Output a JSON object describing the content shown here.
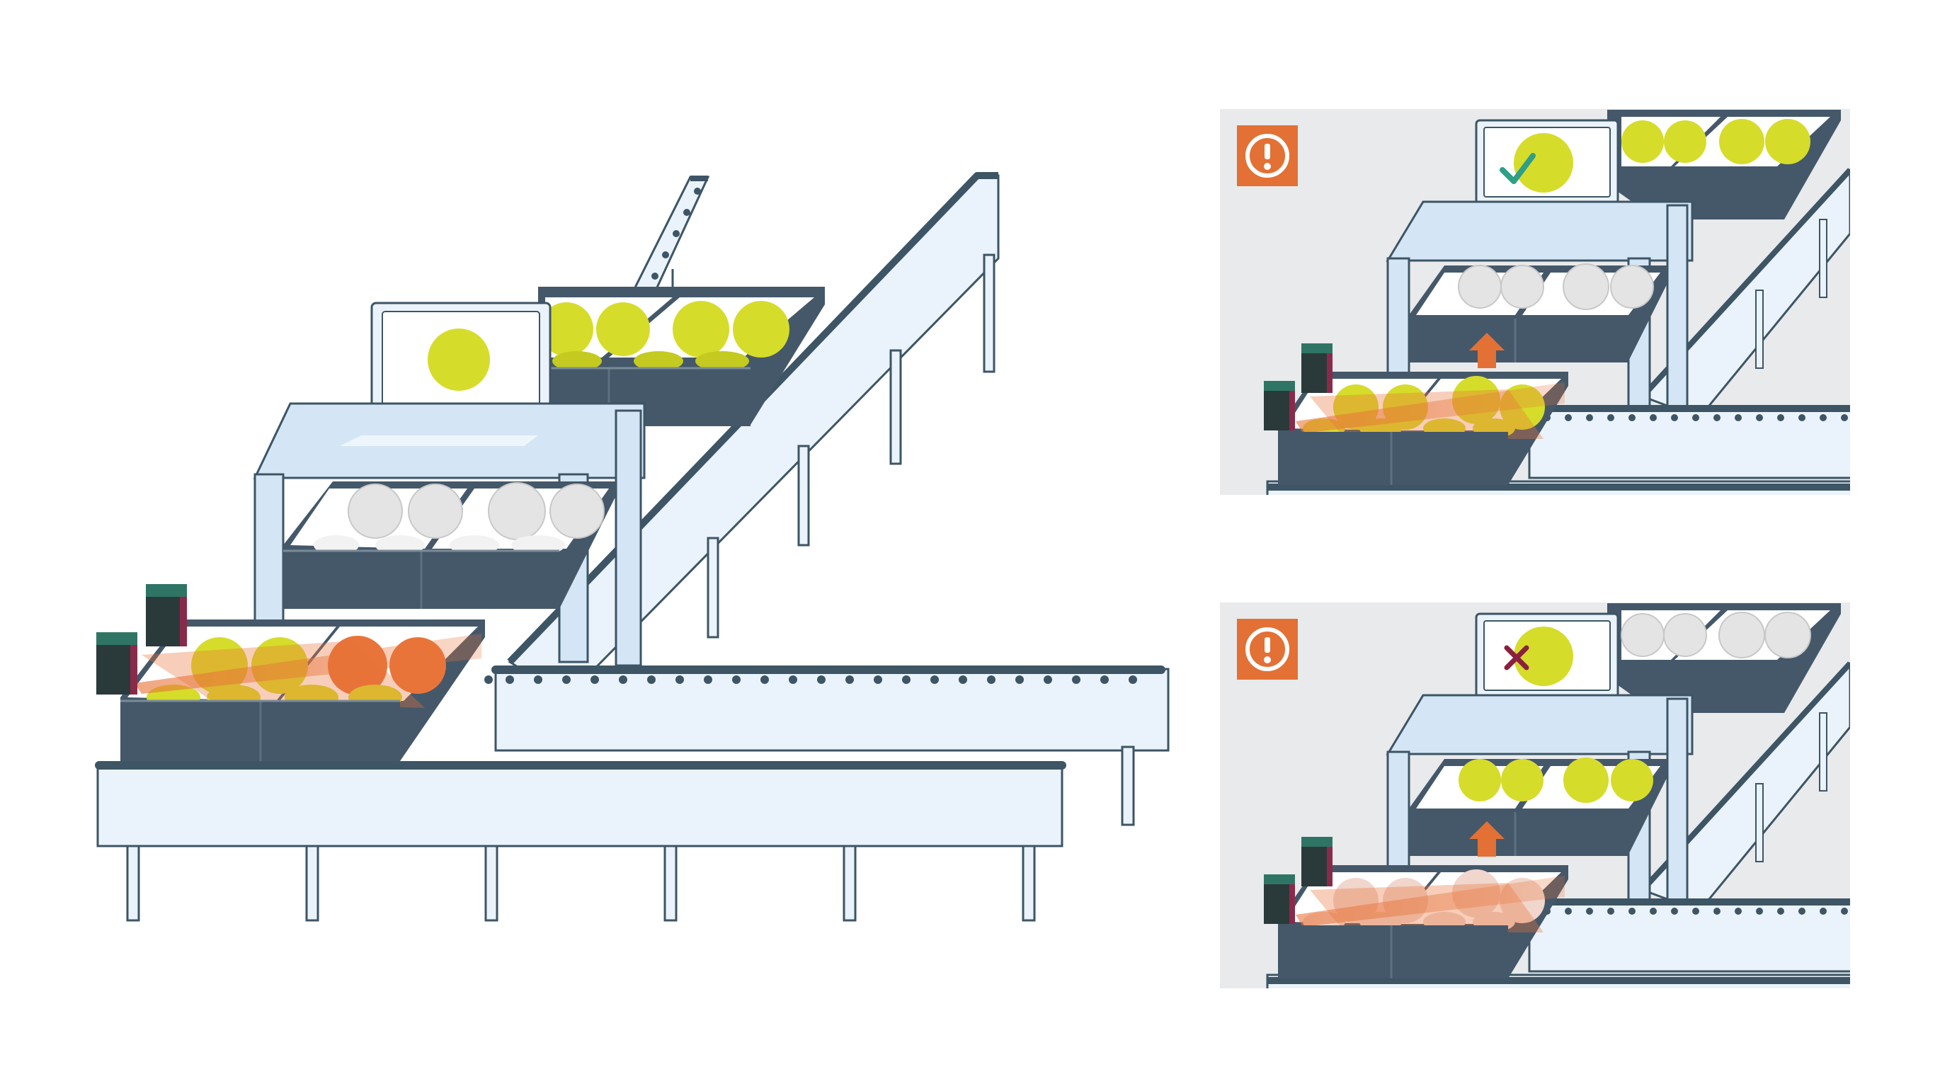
{
  "colors": {
    "background": "#ffffff",
    "panel_background": "#e9eaec",
    "conveyor_fill": "#eaf3fb",
    "conveyor_stroke": "#3d5565",
    "crate_dark": "#44586a",
    "fruit_yellow": "#d6dc2a",
    "fruit_white": "#e8e8e8",
    "laser_orange": "#e8743a",
    "alert_orange": "#e37034",
    "check_teal": "#2f9f87",
    "cross_red": "#8a1f3f",
    "sensor_body": "#2a3a3a"
  },
  "icons": {
    "alert_top": "exclamation-circle-icon",
    "alert_bottom": "exclamation-circle-icon",
    "match": "checkmark-icon",
    "mismatch": "cross-icon",
    "transfer": "arrow-up-icon"
  },
  "scenes": {
    "main": "main-conveyor-scene",
    "match_panel": "match-detected-panel",
    "mismatch_panel": "mismatch-detected-panel"
  }
}
